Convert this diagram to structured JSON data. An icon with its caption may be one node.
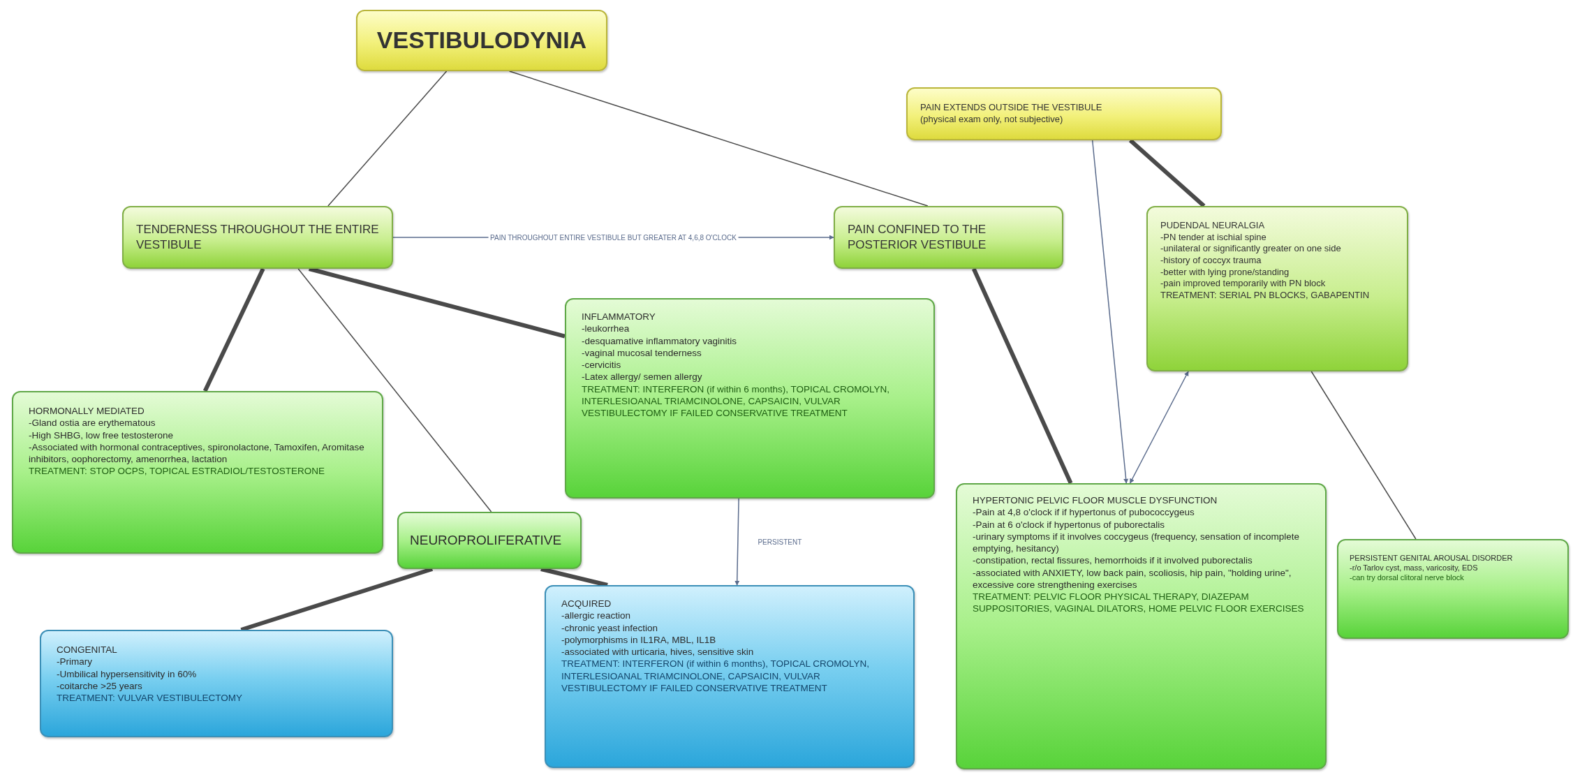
{
  "diagram": {
    "nodes": [
      {
        "text": [
          "VESTIBULODYNIA"
        ]
      },
      {
        "text": [
          "TENDERNESS THROUGHOUT THE ENTIRE VESTIBULE"
        ]
      },
      {
        "text": [
          "PAIN CONFINED TO THE POSTERIOR VESTIBULE"
        ]
      },
      {
        "text": [
          "PAIN EXTENDS OUTSIDE THE VESTIBULE",
          "(physical exam only, not subjective)"
        ]
      },
      {
        "text": [
          "PUDENDAL NEURALGIA",
          "-PN tender at ischial spine",
          "-unilateral or significantly greater on one side",
          "-history of coccyx trauma",
          "-better with lying prone/standing",
          "-pain improved temporarily with PN block",
          "TREATMENT: SERIAL PN BLOCKS, GABAPENTIN"
        ]
      },
      {
        "text": [
          "INFLAMMATORY",
          "-leukorrhea",
          "-desquamative inflammatory vaginitis",
          "-vaginal mucosal tenderness",
          "-cervicitis",
          "-Latex allergy/ semen allergy",
          "TREATMENT: INTERFERON (if within 6 months), TOPICAL CROMOLYN, INTERLESIOANAL TRIAMCINOLONE, CAPSAICIN, VULVAR VESTIBULECTOMY IF FAILED CONSERVATIVE TREATMENT"
        ]
      },
      {
        "text": [
          "HORMONALLY MEDIATED",
          "-Gland ostia are erythematous",
          "-High SHBG, low free testosterone",
          "-Associated with hormonal contraceptives, spironolactone, Tamoxifen, Aromitase inhibitors, oophorectomy, amenorrhea, lactation",
          "TREATMENT: STOP OCPS, TOPICAL ESTRADIOL/TESTOSTERONE"
        ]
      },
      {
        "text": [
          "NEUROPROLIFERATIVE"
        ]
      },
      {
        "text": [
          "CONGENITAL",
          "-Primary",
          "-Umbilical hypersensitivity in 60%",
          "-coitarche >25 years",
          "TREATMENT: VULVAR VESTIBULECTOMY"
        ]
      },
      {
        "text": [
          "ACQUIRED",
          "-allergic reaction",
          "-chronic yeast infection",
          "-polymorphisms in IL1RA, MBL, IL1B",
          "-associated with urticaria, hives, sensitive skin",
          "TREATMENT: INTERFERON (if within 6 months), TOPICAL CROMOLYN, INTERLESIOANAL TRIAMCINOLONE, CAPSAICIN, VULVAR VESTIBULECTOMY IF FAILED CONSERVATIVE TREATMENT"
        ]
      },
      {
        "text": [
          "HYPERTONIC PELVIC FLOOR MUSCLE DYSFUNCTION",
          "-Pain at 4,8 o'clock if if hypertonus of pubococcygeus",
          "-Pain at 6 o'clock if hypertonus of puborectalis",
          "-urinary symptoms if it involves coccygeus (frequency, sensation of incomplete emptying, hesitancy)",
          "-constipation, rectal fissures, hemorrhoids if it involved puborectalis",
          "-associated with ANXIETY, low back pain, scoliosis, hip pain, \"holding urine\", excessive core strengthening exercises",
          "TREATMENT: PELVIC FLOOR PHYSICAL THERAPY, DIAZEPAM SUPPOSITORIES, VAGINAL DILATORS, HOME PELVIC FLOOR EXERCISES"
        ]
      },
      {
        "text": [
          "PERSISTENT GENITAL AROUSAL DISORDER",
          "-r/o Tarlov cyst, mass, varicosity, EDS",
          "-can try dorsal clitoral nerve block"
        ]
      }
    ],
    "edges": [
      {
        "from": 0,
        "to": 1,
        "arrow": "none"
      },
      {
        "from": 0,
        "to": 2,
        "arrow": "none"
      },
      {
        "from": 1,
        "to": 2,
        "arrow": "to",
        "label": "PAIN THROUGHOUT ENTIRE VESTIBULE BUT GREATER AT 4,6,8 O'CLOCK",
        "color": "#5a6b8c"
      },
      {
        "from": 1,
        "to": 6,
        "arrow": "none",
        "style": "thick"
      },
      {
        "from": 1,
        "to": 7,
        "arrow": "none"
      },
      {
        "from": 1,
        "to": 5,
        "arrow": "none",
        "style": "thick"
      },
      {
        "from": 7,
        "to": 8,
        "arrow": "none",
        "style": "thick"
      },
      {
        "from": 7,
        "to": 9,
        "arrow": "none",
        "style": "thick"
      },
      {
        "from": 5,
        "to": 9,
        "arrow": "to",
        "label": "PERSISTENT",
        "color": "#5a6b8c"
      },
      {
        "from": 2,
        "to": 10,
        "arrow": "none",
        "style": "thick"
      },
      {
        "from": 3,
        "to": 10,
        "arrow": "to",
        "color": "#5a6b8c"
      },
      {
        "from": 3,
        "to": 4,
        "arrow": "none",
        "style": "thick"
      },
      {
        "from": 4,
        "to": 10,
        "arrow": "both",
        "color": "#5a6b8c"
      },
      {
        "from": 4,
        "to": 11,
        "arrow": "none"
      }
    ]
  }
}
